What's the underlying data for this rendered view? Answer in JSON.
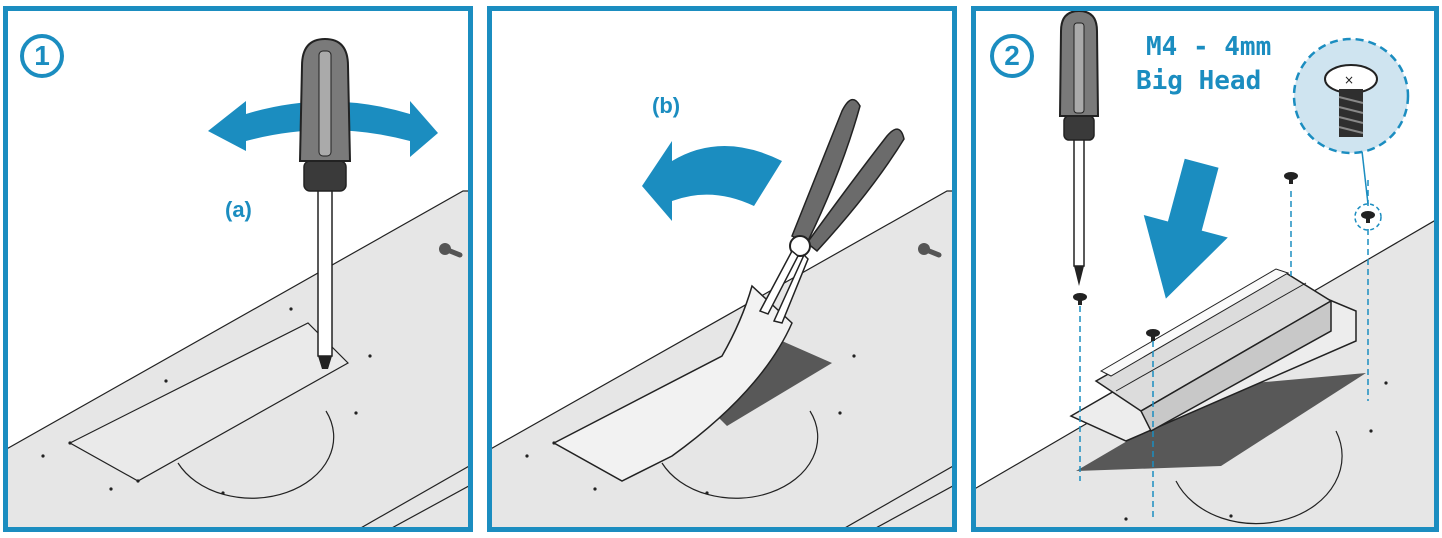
{
  "colors": {
    "accent": "#1b8dc0",
    "sheet": "#e6e6e6",
    "dark_sheet": "#585858"
  },
  "panels": [
    {
      "badge": "1",
      "label": "(a)"
    },
    {
      "label": "(b)"
    },
    {
      "badge": "2",
      "spec_line1": "M4 - 4mm",
      "spec_line2": "Big Head"
    }
  ],
  "icons": [
    "screwdriver-icon",
    "pliers-icon",
    "rotate-arrow-icon",
    "down-arrow-icon",
    "screw-icon",
    "bracket-icon"
  ]
}
